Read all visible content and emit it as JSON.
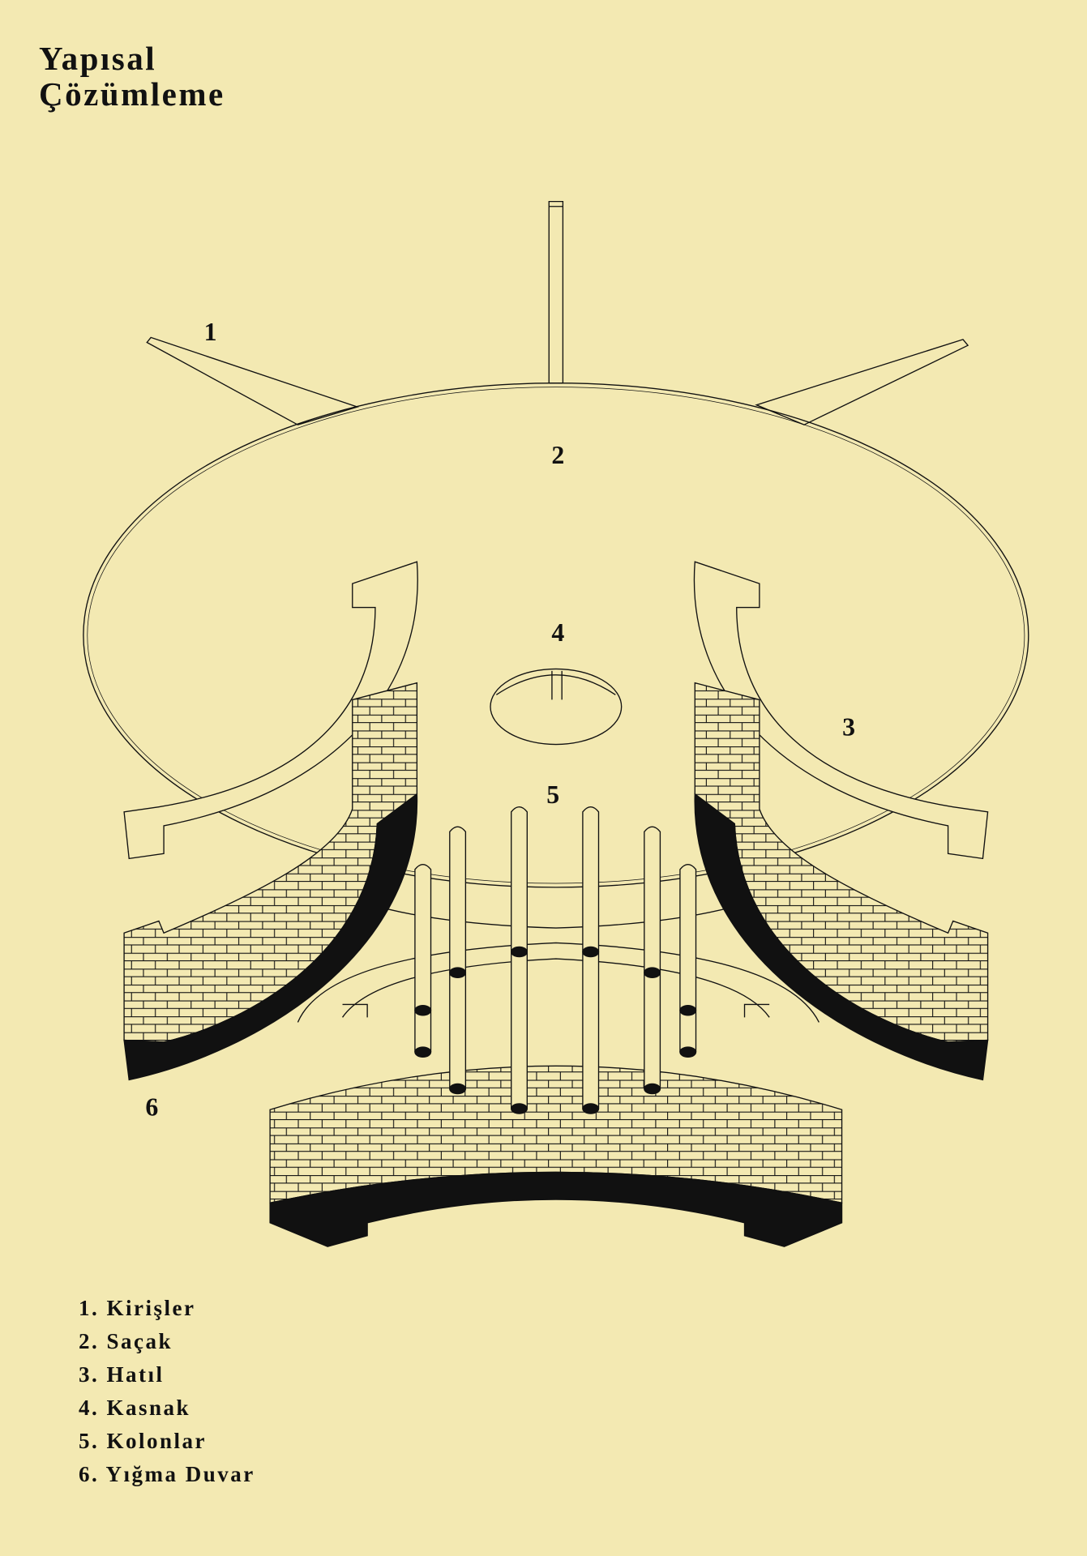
{
  "title": {
    "line1": "Yapısal",
    "line2": "Çözümleme"
  },
  "diagram_labels": {
    "beams": "1",
    "eave": "2",
    "bond_beam": "3",
    "drum": "4",
    "columns": "5",
    "masonry_wall": "6"
  },
  "legend": [
    {
      "num": "1.",
      "label": "Kirişler"
    },
    {
      "num": "2.",
      "label": "Saçak"
    },
    {
      "num": "3.",
      "label": "Hatıl"
    },
    {
      "num": "4.",
      "label": "Kasnak"
    },
    {
      "num": "5.",
      "label": "Kolonlar"
    },
    {
      "num": "6.",
      "label": "Yığma Duvar"
    }
  ],
  "colors": {
    "paper": "#f3e9b2",
    "ink": "#111111"
  }
}
